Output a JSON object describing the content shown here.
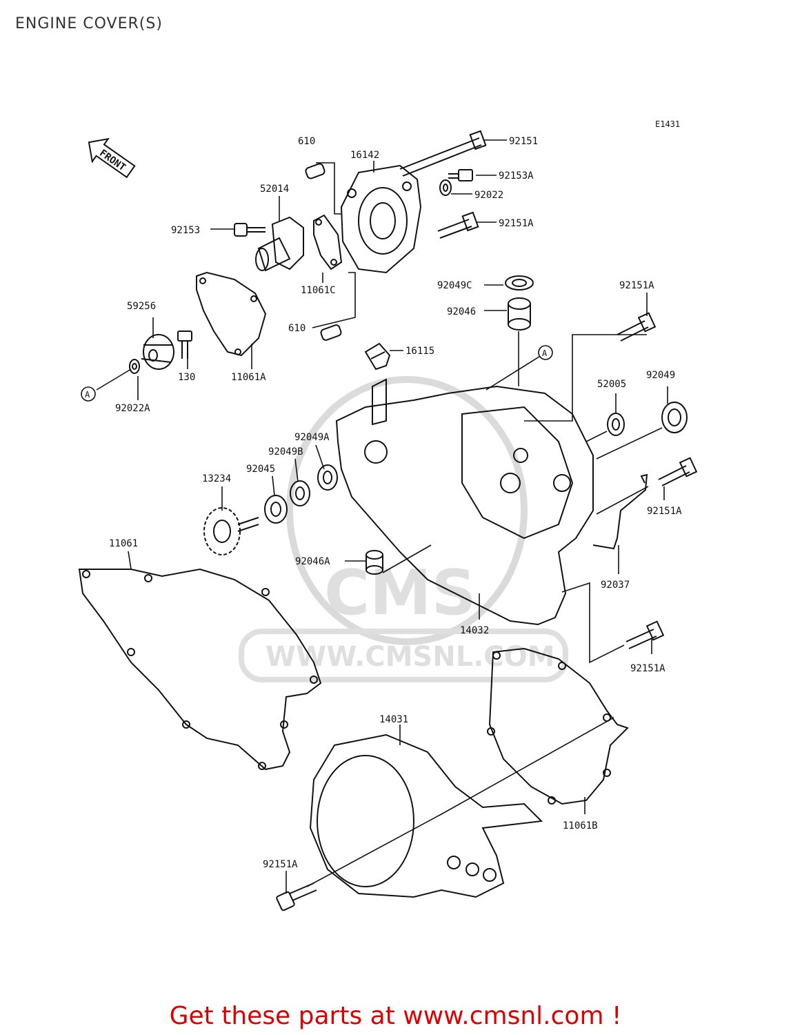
{
  "page": {
    "title": "ENGINE COVER(S)"
  },
  "diagram": {
    "figure_code": "E1431",
    "front_label": "FRONT",
    "ref_marker": "A",
    "watermark": {
      "brand": "CMS",
      "url": "WWW.CMSNL.COM"
    },
    "parts": [
      "610",
      "16142",
      "92151",
      "92153A",
      "92022",
      "52014",
      "92153",
      "92151A",
      "11061C",
      "610",
      "92049C",
      "92046",
      "92151A",
      "59256",
      "130",
      "11061A",
      "92022A",
      "16115",
      "52005",
      "92049",
      "92049A",
      "92049B",
      "92045",
      "13234",
      "11061",
      "92151A",
      "92046A",
      "92037",
      "14032",
      "92151A",
      "14031",
      "11061B",
      "92151A"
    ]
  },
  "footer": {
    "cta": "Get these parts at www.cmsnl.com !"
  }
}
